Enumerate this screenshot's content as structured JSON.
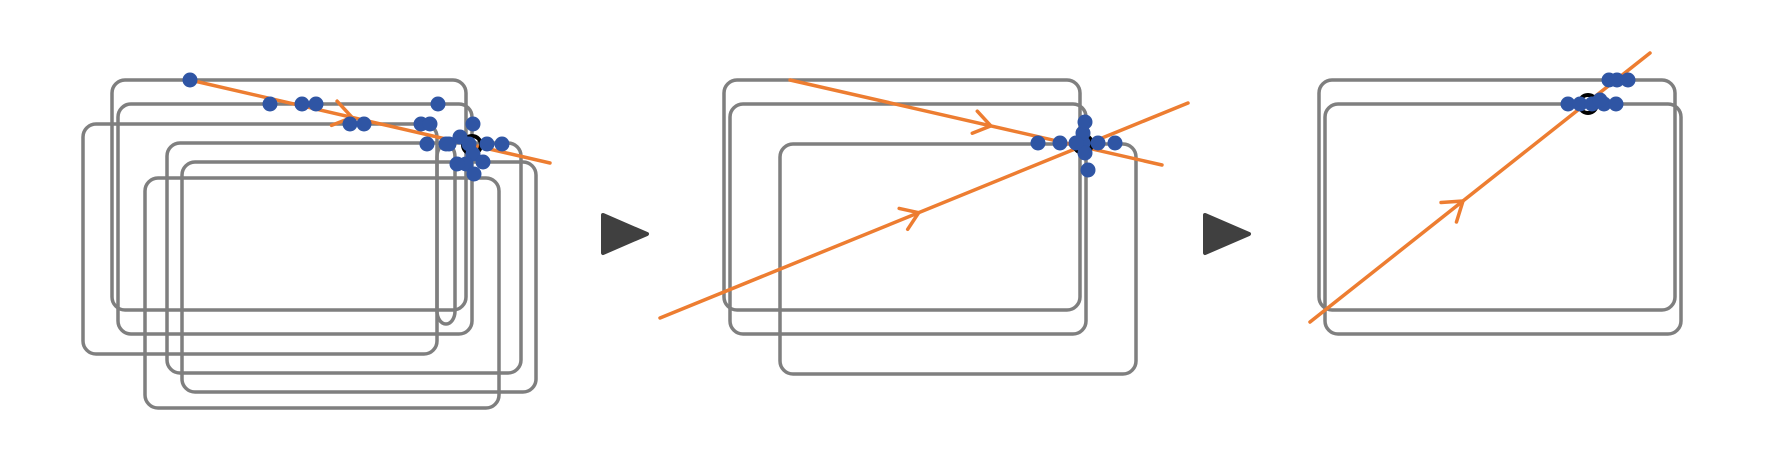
{
  "colors": {
    "frame": "#7f7f7f",
    "line": "#ed7d31",
    "point": "#2f55a4",
    "center": "#000000",
    "arrow": "#404040"
  },
  "panels": [
    {
      "name": "stage-1",
      "frame_count": 7,
      "line_count": 1,
      "point_count": 22
    },
    {
      "name": "stage-2",
      "frame_count": 3,
      "line_count": 2,
      "point_count": 10
    },
    {
      "name": "stage-3",
      "frame_count": 2,
      "line_count": 1,
      "point_count": 9
    }
  ],
  "step_arrows": [
    {
      "name": "step-arrow-1",
      "icon": "play-triangle-icon"
    },
    {
      "name": "step-arrow-2",
      "icon": "play-triangle-icon"
    }
  ]
}
